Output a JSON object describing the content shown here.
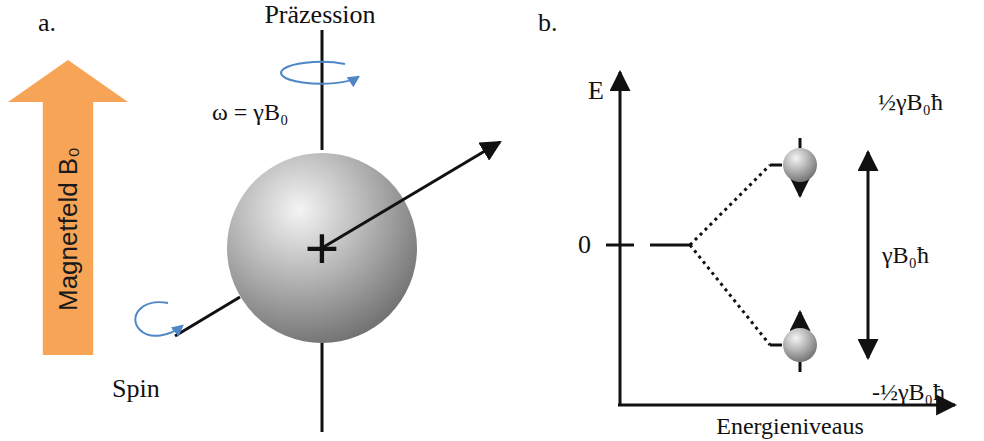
{
  "diagram": {
    "nodes": [
      {
        "text": [
          "Magnetfeld B₀"
        ]
      }
    ],
    "labels": [
      "a.",
      "Präzession",
      "ω = γB₀",
      "+",
      "Spin",
      "b.",
      "E",
      "0",
      "½γB₀ħ",
      "γB₀ħ",
      "-½γB₀ħ",
      "Energieniveaus"
    ]
  }
}
